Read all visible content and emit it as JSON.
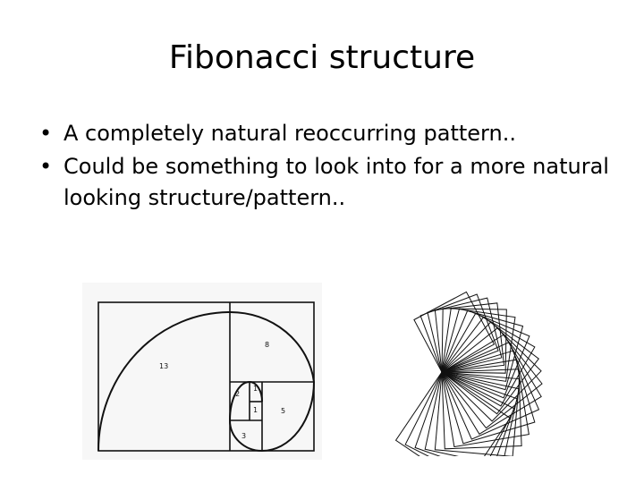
{
  "slide": {
    "title": "Fibonacci structure",
    "bullets": [
      {
        "text": "A completely natural reoccurring pattern.."
      },
      {
        "text": "Could be something to look into for a more natural looking structure/pattern.."
      }
    ],
    "bullet_symbol": "•"
  },
  "figures": {
    "left": {
      "labels": [
        "13",
        "8",
        "5",
        "3",
        "2",
        "1",
        "1"
      ]
    },
    "right": {
      "squares": 22
    }
  }
}
